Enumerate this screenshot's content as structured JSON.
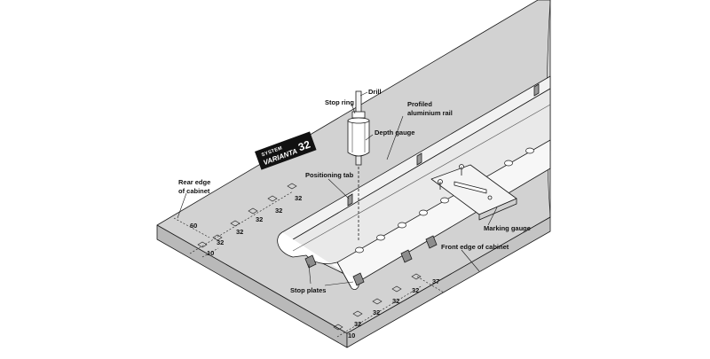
{
  "logo": {
    "system": "SYSTEM",
    "brand": "VARIANTA",
    "number": "32"
  },
  "labels": {
    "drill": "Drill",
    "stop_ring": "Stop ring",
    "profiled_rail": [
      "Profiled",
      "aluminium rail"
    ],
    "depth_gauge": "Depth gauge",
    "positioning_tab": "Positioning tab",
    "rear_edge": [
      "Rear edge",
      "of cabinet"
    ],
    "marking_gauge": "Marking gauge",
    "front_edge": "Front edge of cabinet",
    "stop_plates": "Stop plates"
  },
  "rear_dimensions": [
    "60",
    "10",
    "32",
    "32",
    "32",
    "32"
  ],
  "front_dimensions": [
    "37",
    "32",
    "32",
    "32",
    "10"
  ],
  "colors": {
    "line": "#1a1a1a",
    "panel": "#d2d2d2",
    "panel_edge": "#b9b9b9",
    "rail": "#ececec",
    "logo_bg": "#111111"
  }
}
